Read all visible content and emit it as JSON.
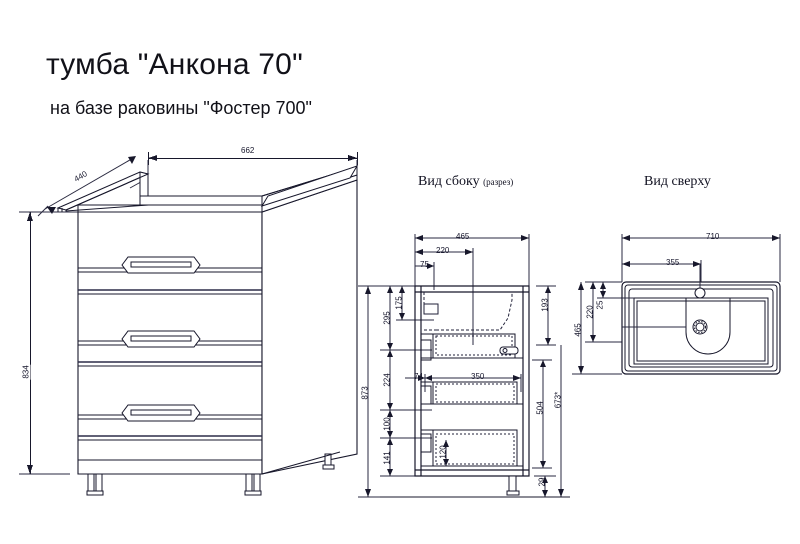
{
  "title": {
    "main": "тумба \"Анкона 70\"",
    "sub": "на базе раковины \"Фостер 700\""
  },
  "views": {
    "front": {
      "label": ""
    },
    "side": {
      "label": "Вид сбоку",
      "note": "(разрез)"
    },
    "top": {
      "label": "Вид сверху"
    }
  },
  "dimensions": {
    "front": {
      "width": "662",
      "depth": "440",
      "height": "834"
    },
    "side": {
      "total_depth": "465",
      "d220": "220",
      "d75": "75",
      "d175": "175",
      "d295": "295",
      "d193": "193",
      "d873": "873",
      "d224": "224",
      "d100": "100",
      "d141": "141",
      "d74": "74",
      "d350": "350",
      "d120": "120",
      "d504": "504",
      "d673": "673*",
      "d29": "29"
    },
    "top": {
      "width": "710",
      "d355": "355",
      "d220": "220",
      "d25": "25",
      "d465": "465"
    }
  },
  "colors": {
    "line": "#17172b",
    "thin": "#55556e",
    "background": "#ffffff",
    "text": "#111118"
  }
}
